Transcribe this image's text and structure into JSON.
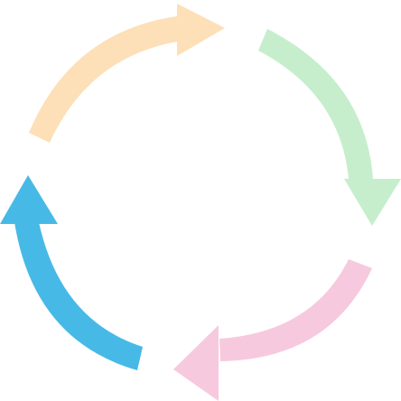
{
  "diagram": {
    "type": "cycle",
    "direction": "clockwise",
    "arrows": [
      {
        "id": "top-left",
        "color": "#FDDFB8"
      },
      {
        "id": "top-right",
        "color": "#C6EECC"
      },
      {
        "id": "bottom-right",
        "color": "#F7C9DE"
      },
      {
        "id": "bottom-left",
        "color": "#47B9E7"
      }
    ]
  }
}
